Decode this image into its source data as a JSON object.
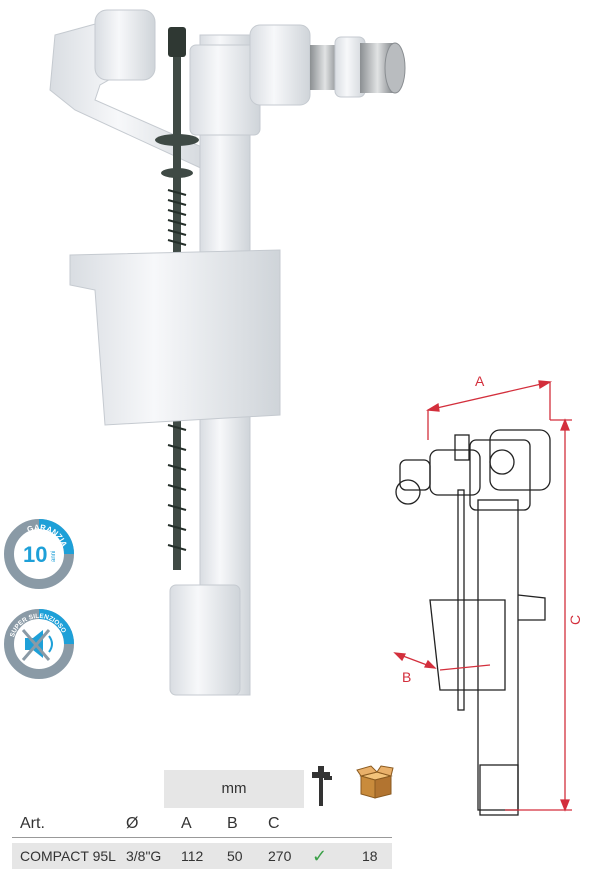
{
  "badges": {
    "warranty": {
      "top_text": "GARANZIA",
      "number": "10",
      "unit": "anni"
    },
    "silent": {
      "text": "SUPER SILENZIOSO"
    }
  },
  "drawing": {
    "dim_a": "A",
    "dim_b": "B",
    "dim_c": "C"
  },
  "table": {
    "unit_header": "mm",
    "columns": [
      "Art.",
      "Ø",
      "A",
      "B",
      "C"
    ],
    "rows": [
      {
        "art": "COMPACT 95L",
        "diameter": "3/8\"G",
        "a": "112",
        "b": "50",
        "c": "270",
        "check": "✓",
        "qty": "18"
      }
    ]
  },
  "colors": {
    "accent_red": "#d32f3c",
    "badge_gray": "#8a9aa6",
    "badge_blue": "#1ea0d8",
    "check_green": "#3aa047",
    "table_bg": "#e6e6e6"
  }
}
